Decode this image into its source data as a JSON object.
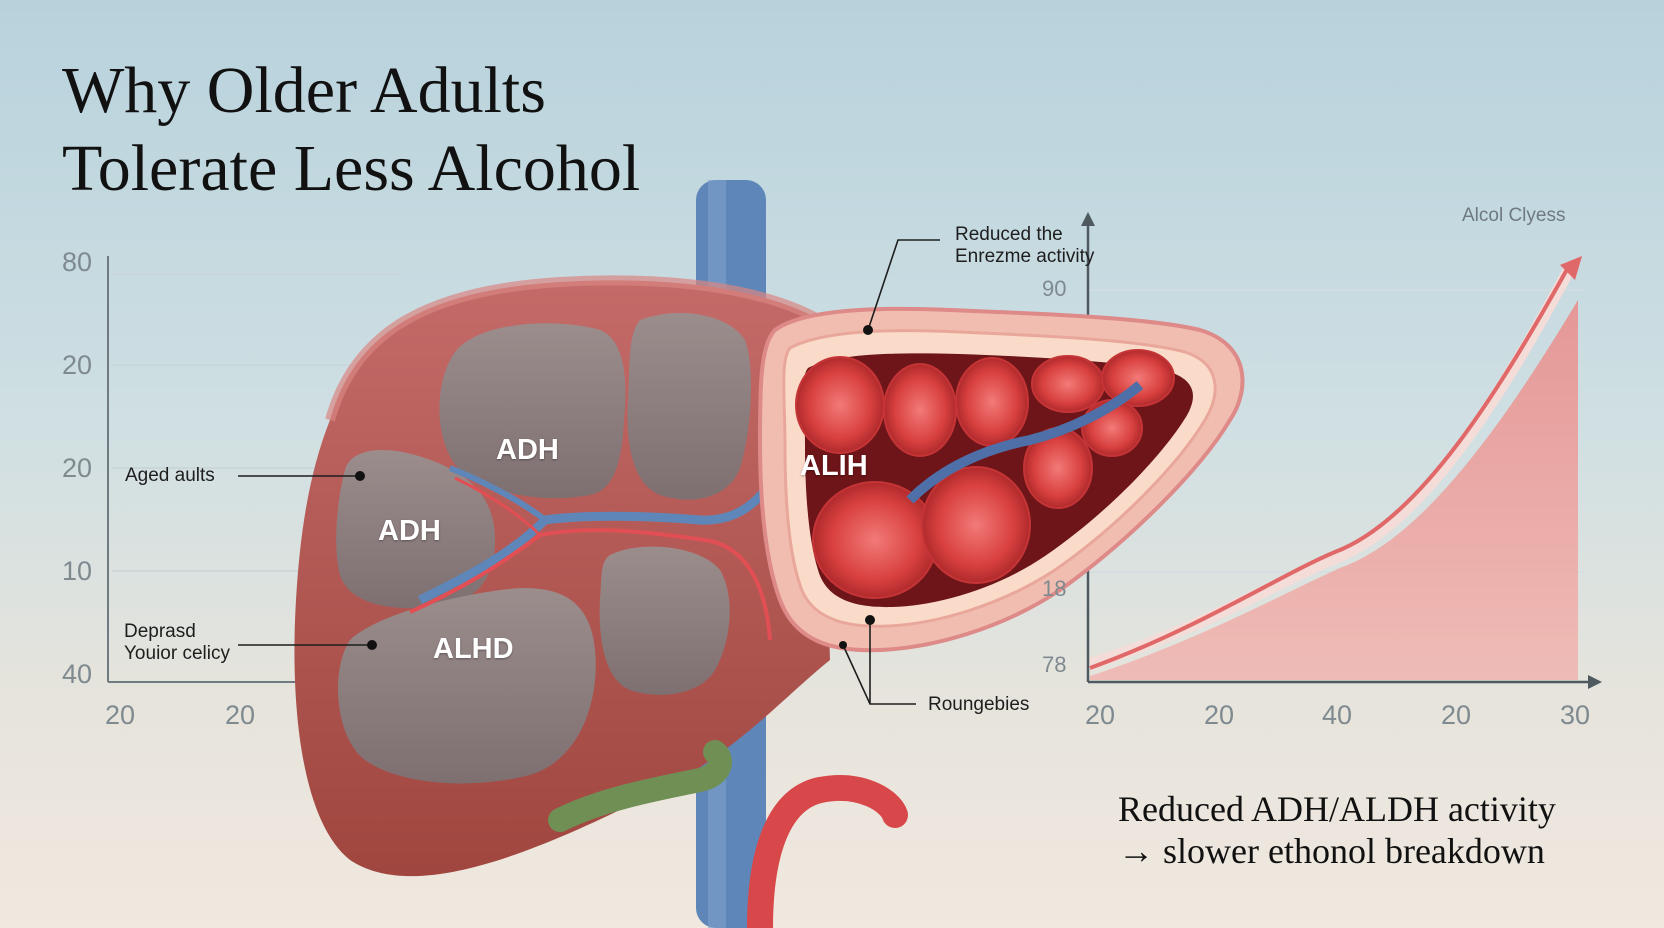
{
  "title": {
    "line1": "Why Older Adults",
    "line2": "Tolerate Less Alcohol"
  },
  "caption": {
    "line1": "Reduced ADH/ALDH activity",
    "line2": "→ slower ethonol breakdown"
  },
  "left_chart": {
    "y_ticks": [
      "80",
      "20",
      "20",
      "10",
      "40"
    ],
    "x_ticks": [
      "20",
      "20"
    ]
  },
  "right_chart": {
    "title": "Alcol Clyess",
    "y_ticks": [
      "90",
      "18",
      "78"
    ],
    "x_ticks": [
      "20",
      "20",
      "40",
      "20",
      "30"
    ]
  },
  "liver": {
    "lobe_labels": [
      "ADH",
      "ADH",
      "ALHD"
    ],
    "cross_section_label": "ALIH"
  },
  "callouts": {
    "aged": "Aged aults",
    "depressed_line1": "Deprasd",
    "depressed_line2": "Youior celicy",
    "reduced_line1": "Reduced the",
    "reduced_line2": "Enrezme activity",
    "roungebies": "Roungebies"
  },
  "colors": {
    "liver": "#b75a5a",
    "lobe": "#8e7f7f",
    "vein": "#5f86b8",
    "area_fill": "#e59a98",
    "area_line": "#e06868"
  },
  "chart_data": {
    "type": "area",
    "title": "Alcol Clyess",
    "x_ticks": [
      "20",
      "20",
      "40",
      "20",
      "30"
    ],
    "y_ticks": [
      "90",
      "18",
      "78"
    ],
    "trend": "increasing"
  }
}
